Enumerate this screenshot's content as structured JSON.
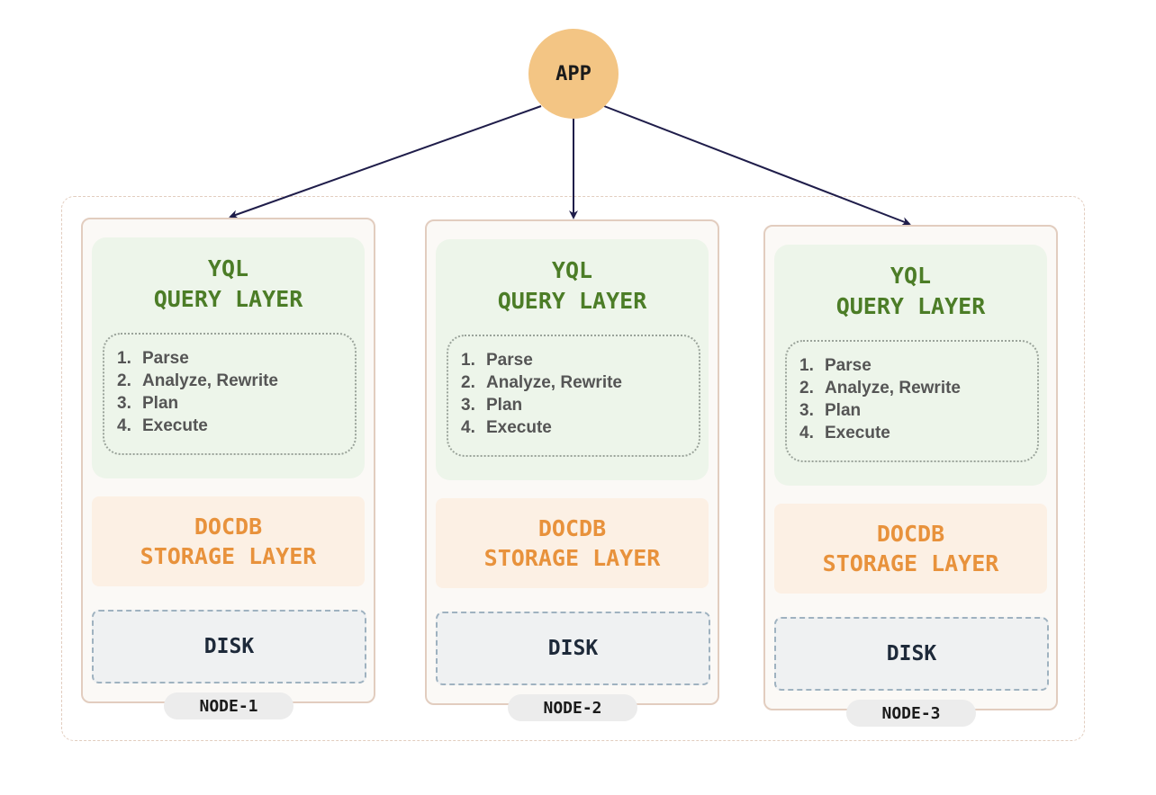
{
  "app": {
    "label": "APP"
  },
  "colors": {
    "app_fill": "#f3c584",
    "arrow": "#1f1d4a",
    "query_title": "#4c7d27",
    "query_bg": "#edf5ea",
    "storage_title": "#e8923c",
    "storage_bg": "#fcf0e4",
    "disk_bg": "#eff1f2",
    "disk_border": "#9fb2c0"
  },
  "nodes": [
    {
      "label": "NODE-1",
      "query_layer": {
        "line1": "YQL",
        "line2": "QUERY LAYER"
      },
      "steps": [
        {
          "num": "1.",
          "text": "Parse"
        },
        {
          "num": "2.",
          "text": "Analyze, Rewrite"
        },
        {
          "num": "3.",
          "text": "Plan"
        },
        {
          "num": "4.",
          "text": "Execute"
        }
      ],
      "storage_layer": {
        "line1": "DOCDB",
        "line2": "STORAGE LAYER"
      },
      "disk": "DISK"
    },
    {
      "label": "NODE-2",
      "query_layer": {
        "line1": "YQL",
        "line2": "QUERY LAYER"
      },
      "steps": [
        {
          "num": "1.",
          "text": "Parse"
        },
        {
          "num": "2.",
          "text": "Analyze, Rewrite"
        },
        {
          "num": "3.",
          "text": "Plan"
        },
        {
          "num": "4.",
          "text": "Execute"
        }
      ],
      "storage_layer": {
        "line1": "DOCDB",
        "line2": "STORAGE LAYER"
      },
      "disk": "DISK"
    },
    {
      "label": "NODE-3",
      "query_layer": {
        "line1": "YQL",
        "line2": "QUERY LAYER"
      },
      "steps": [
        {
          "num": "1.",
          "text": "Parse"
        },
        {
          "num": "2.",
          "text": "Analyze, Rewrite"
        },
        {
          "num": "3.",
          "text": "Plan"
        },
        {
          "num": "4.",
          "text": "Execute"
        }
      ],
      "storage_layer": {
        "line1": "DOCDB",
        "line2": "STORAGE LAYER"
      },
      "disk": "DISK"
    }
  ]
}
